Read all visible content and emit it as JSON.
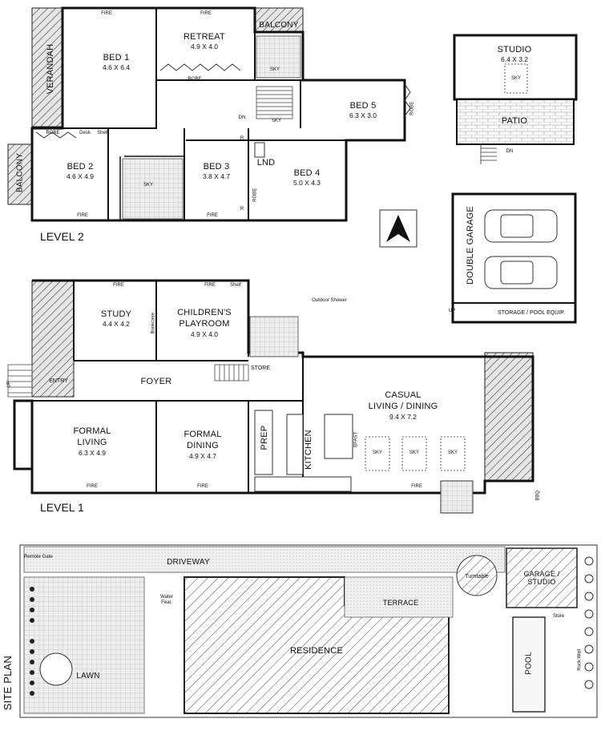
{
  "level2": {
    "title": "LEVEL 2",
    "verandah": "VERANDAH",
    "balcony_top": "BALCONY",
    "balcony_left": "BALCONY",
    "bed1": {
      "name": "BED 1",
      "dim": "4.6 X 6.4"
    },
    "retreat": {
      "name": "RETREAT",
      "dim": "4.9 X 4.0"
    },
    "bed2": {
      "name": "BED 2",
      "dim": "4.6 X 4.9"
    },
    "bed3": {
      "name": "BED 3",
      "dim": "3.8 X 4.7"
    },
    "bed4": {
      "name": "BED 4",
      "dim": "5.0 X 4.3"
    },
    "bed5": {
      "name": "BED 5",
      "dim": "6.3 X 3.0"
    },
    "lnd": "LND",
    "robe": "ROBE",
    "desk": "Desk",
    "shelf": "Shelf",
    "fire": "FIRE",
    "sky": "SKY",
    "dn": "DN",
    "r": "R"
  },
  "studio": {
    "name": "STUDIO",
    "dim": "6.4 X 3.2",
    "sky": "SKY",
    "patio": "PATIO",
    "dn": "DN"
  },
  "garage": {
    "name": "DOUBLE GARAGE",
    "storage": "STORAGE / POOL EQUIP.",
    "up": "UP"
  },
  "level1": {
    "title": "LEVEL 1",
    "study": {
      "name": "STUDY",
      "dim": "4.4 X 4.2"
    },
    "playroom": {
      "name1": "CHILDREN'S",
      "name2": "PLAYROOM",
      "dim": "4.9 X 4.0"
    },
    "foyer": "FOYER",
    "entry": "ENTRY",
    "store": "STORE",
    "formal_living": {
      "name1": "FORMAL",
      "name2": "LIVING",
      "dim": "6.3 X 4.9"
    },
    "formal_dining": {
      "name1": "FORMAL",
      "name2": "DINING",
      "dim": "4.9 X 4.7"
    },
    "casual": {
      "name1": "CASUAL",
      "name2": "LIVING / DINING",
      "dim": "9.4 X 7.2"
    },
    "kitchen": "KITCHEN",
    "prep": "PREP",
    "bfast": "BFAST",
    "outdoor_shower": "Outdoor Shower",
    "bookcase": "Bookcase",
    "shelf": "Shelf",
    "fire": "FIRE",
    "sky": "SKY",
    "bbq": "BBQ",
    "up": "UP"
  },
  "site": {
    "title": "SITE PLAN",
    "driveway": "DRIVEWAY",
    "remote_gate": "Remote Gate",
    "residence": "RESIDENCE",
    "terrace": "TERRACE",
    "turntable": "Turntable",
    "garage_studio": "GARAGE / STUDIO",
    "store": "Store",
    "pool": "POOL",
    "lawn": "LAWN",
    "water_feat": "Water Feat.",
    "rock_wall": "Rock Wall"
  }
}
